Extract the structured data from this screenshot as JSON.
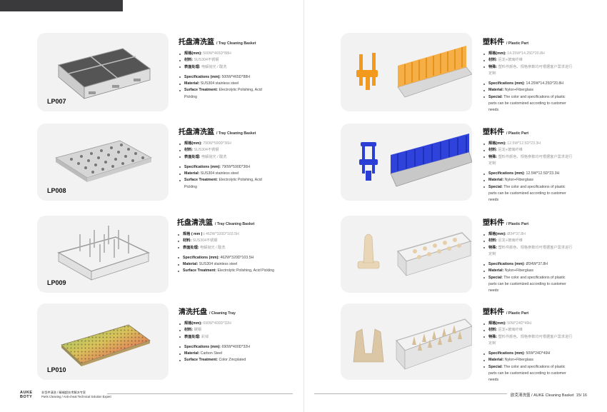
{
  "footer": {
    "logo_line1": "AUKE",
    "logo_line2": "BOTY",
    "company_cn": "非型件清洗 / 精端超技术解决专家",
    "company_en": "Parts Cleaning / Anti-cheat Technical Solution Expert",
    "page_label": "欧克清洗篮 / AUKE Cleaning Basket",
    "page_numbers": "15/ 16"
  },
  "left_products": [
    {
      "code": "LP007",
      "title_cn": "托盘清洗篮",
      "title_en": "/ Tray Cleaning Basket",
      "cn_specs": [
        {
          "label": "规格(mm):",
          "value": "500W*465D*88H"
        },
        {
          "label": "材料:",
          "value": "SUS304不锈钢"
        },
        {
          "label": "表面处理:",
          "value": "电解抛光 / 酸洗"
        }
      ],
      "en_specs": [
        {
          "label": "Specifications (mm):",
          "value": "500W*465D*88H"
        },
        {
          "label": "Material:",
          "value": "SUS304 stainless steel"
        },
        {
          "label": "Surface Treatment:",
          "value": "Electrolytic Polishing, Acid Pickling"
        }
      ]
    },
    {
      "code": "LP008",
      "title_cn": "托盘清洗篮",
      "title_en": "/ Tray Cleaning Basket",
      "cn_specs": [
        {
          "label": "规格(mm):",
          "value": "790W*590D*36H"
        },
        {
          "label": "材料:",
          "value": "SUS304不锈钢"
        },
        {
          "label": "表面处理:",
          "value": "电解抛光 / 酸洗"
        }
      ],
      "en_specs": [
        {
          "label": "Specifications (mm):",
          "value": "790W*590D*36H"
        },
        {
          "label": "Material:",
          "value": "SUS304 stainless steel"
        },
        {
          "label": "Surface Treatment:",
          "value": "Electrolytic Polishing, Acid Pickling"
        }
      ]
    },
    {
      "code": "LP009",
      "title_cn": "托盘清洗篮",
      "title_en": "/ Tray Cleaning Basket",
      "cn_specs": [
        {
          "label": "规格 ( mm ) :",
          "value": "462W*320D*103.5H"
        },
        {
          "label": "材料:",
          "value": "SUS304不锈钢"
        },
        {
          "label": "表面处理:",
          "value": "电解抛光 / 酸洗"
        }
      ],
      "en_specs": [
        {
          "label": "Specifications (mm):",
          "value": "462W*320D*103.5H"
        },
        {
          "label": "Material:",
          "value": "SUS304 stainless steel"
        },
        {
          "label": "Surface Treatment:",
          "value": "Electrolytic Polishing, Acid Pickling"
        }
      ]
    },
    {
      "code": "LP010",
      "title_cn": "清洗托盘",
      "title_en": "/ Cleaning Tray",
      "cn_specs": [
        {
          "label": "规格(mm):",
          "value": "690W*400D*32H"
        },
        {
          "label": "材料:",
          "value": "碳钢"
        },
        {
          "label": "表面处理:",
          "value": "彩锌"
        }
      ],
      "en_specs": [
        {
          "label": "Specifications (mm):",
          "value": "690W*400D*32H"
        },
        {
          "label": "Material:",
          "value": "Carbon Steel"
        },
        {
          "label": "Surface Treatment:",
          "value": "Color Zincplated"
        }
      ]
    }
  ],
  "right_products": [
    {
      "title_cn": "塑料件",
      "title_en": "/ Plastic Part",
      "part_color": "#f39a1e",
      "cn_specs": [
        {
          "label": "规格(mm):",
          "value": "14.25W*14.25D*20.8H"
        },
        {
          "label": "材料:",
          "value": "尼龙+玻璃纤维"
        },
        {
          "label": "特殊:",
          "value": "塑料件颜色、规格参数均可根据客户需求进行定制"
        }
      ],
      "en_specs": [
        {
          "label": "Specifications (mm):",
          "value": "14.25W*14.25D*20.8H"
        },
        {
          "label": "Material:",
          "value": "Nylon+Fiberglass"
        },
        {
          "label": "Special:",
          "value": "The color and specifications of plastic parts can be customized according to customer needs"
        }
      ]
    },
    {
      "title_cn": "塑料件",
      "title_en": "/ Plastic Part",
      "part_color": "#2b3fd6",
      "cn_specs": [
        {
          "label": "规格(mm):",
          "value": "12.5W*12.5D*23.3H"
        },
        {
          "label": "材料:",
          "value": "尼龙+玻璃纤维"
        },
        {
          "label": "特殊:",
          "value": "塑料件颜色、规格参数均可根据客户需求进行定制"
        }
      ],
      "en_specs": [
        {
          "label": "Specifications (mm):",
          "value": "12.5W*12.5D*23.3H"
        },
        {
          "label": "Material:",
          "value": "Nylon+Fiberglass"
        },
        {
          "label": "Special:",
          "value": "The color and specifications of plastic parts can be customized according to customer needs"
        }
      ]
    },
    {
      "title_cn": "塑料件",
      "title_en": "/ Plastic Part",
      "part_color": "#e8d6b6",
      "cn_specs": [
        {
          "label": "规格(mm):",
          "value": "Ø34*37.8H"
        },
        {
          "label": "材料:",
          "value": "尼龙+玻璃纤维"
        },
        {
          "label": "特殊:",
          "value": "塑料件颜色、规格参数均可根据客户需求进行定制"
        }
      ],
      "en_specs": [
        {
          "label": "Specifications (mm):",
          "value": "Ø34W*37.8H"
        },
        {
          "label": "Material:",
          "value": "Nylon+Fiberglass"
        },
        {
          "label": "Special:",
          "value": "The color and specifications of plastic parts can be customized according to customer needs"
        }
      ]
    },
    {
      "title_cn": "塑料件",
      "title_en": "/ Plastic Part",
      "part_color": "#dbc7a6",
      "cn_specs": [
        {
          "label": "规格(mm):",
          "value": "50W*24D*49H"
        },
        {
          "label": "材料:",
          "value": "尼龙+玻璃纤维"
        },
        {
          "label": "特殊:",
          "value": "塑料件颜色、规格参数均可根据客户需求进行定制"
        }
      ],
      "en_specs": [
        {
          "label": "Specifications (mm):",
          "value": "50W*24D*49H"
        },
        {
          "label": "Material:",
          "value": "Nylon+Fiberglass"
        },
        {
          "label": "Special:",
          "value": "The color and specifications of plastic parts can be customized according to customer needs"
        }
      ]
    }
  ]
}
